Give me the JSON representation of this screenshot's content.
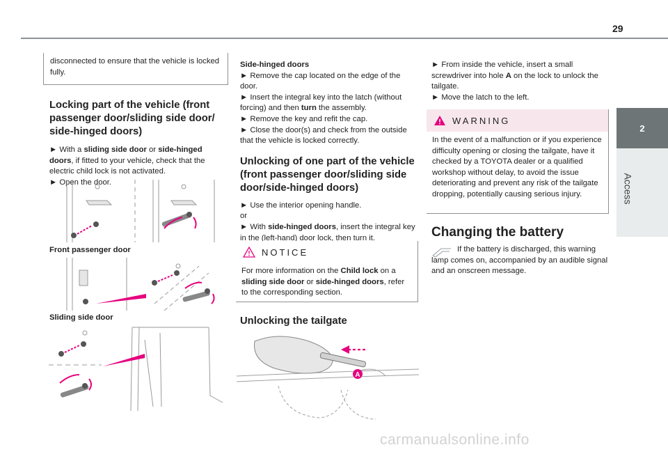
{
  "page_number": "29",
  "side_tab": {
    "chapter_number": "2",
    "chapter_title": "Access"
  },
  "col1": {
    "intro_box": "disconnected to ensure that the vehicle is locked fully.",
    "heading_locking": "Locking part of the vehicle (front passenger door/sliding side door/ side-hinged doors)",
    "p1_a": "► With a ",
    "p1_b": "sliding side door",
    "p1_c": " or ",
    "p1_d": "side-hinged doors",
    "p1_e": ", if fitted to your vehicle, check that the electric child lock is not activated.",
    "p2": "► Open the door.",
    "caption_front": "Front passenger door",
    "caption_sliding": "Sliding side door"
  },
  "col2": {
    "subhead_side": "Side-hinged doors",
    "b1": "► Remove the cap located on the edge of the door.",
    "b2_a": "► Insert the integral key into the latch (without forcing) and then ",
    "b2_b": "turn",
    "b2_c": " the assembly.",
    "b3": "► Remove the key and refit the cap.",
    "b4": "► Close the door(s) and check from the outside that the vehicle is locked correctly.",
    "heading_unlocking": "Unlocking of one part of the vehicle (front passenger door/sliding side door/side-hinged doors)",
    "u1": "► Use the interior opening handle.",
    "u_or": "or",
    "u2_a": "► With ",
    "u2_b": "side-hinged doors",
    "u2_c": ", insert the integral key in the (left-hand) door lock, then turn it.",
    "notice_title": "NOTICE",
    "notice_a": "For more information on the ",
    "notice_b": "Child lock",
    "notice_c": " on a ",
    "notice_d": "sliding side door",
    "notice_e": " or ",
    "notice_f": "side-hinged doors",
    "notice_g": ", refer to the corresponding section.",
    "heading_tailgate": "Unlocking the tailgate",
    "fig_label_a": "A"
  },
  "col3": {
    "t1_a": "► From inside the vehicle, insert a small screwdriver into hole ",
    "t1_b": "A",
    "t1_c": " on the lock to unlock the tailgate.",
    "t2": "► Move the latch to the left.",
    "warning_title": "WARNING",
    "warning_text": "In the event of a malfunction or if you experience difficulty opening or closing the tailgate, have it checked by a TOYOTA dealer or a qualified workshop without delay, to avoid the issue deteriorating and prevent any risk of the tailgate dropping, potentially causing serious injury.",
    "heading_battery": "Changing the battery",
    "battery_text": "If the battery is discharged, this warning lamp comes on, accompanied by an audible signal and an onscreen message."
  },
  "watermark": "carmanualsonline.info",
  "colors": {
    "accent_magenta": "#e6007e",
    "tab_gray": "#6d7576",
    "notice_bg": "#f7e7ed",
    "warning_icon": "#e5007d"
  }
}
